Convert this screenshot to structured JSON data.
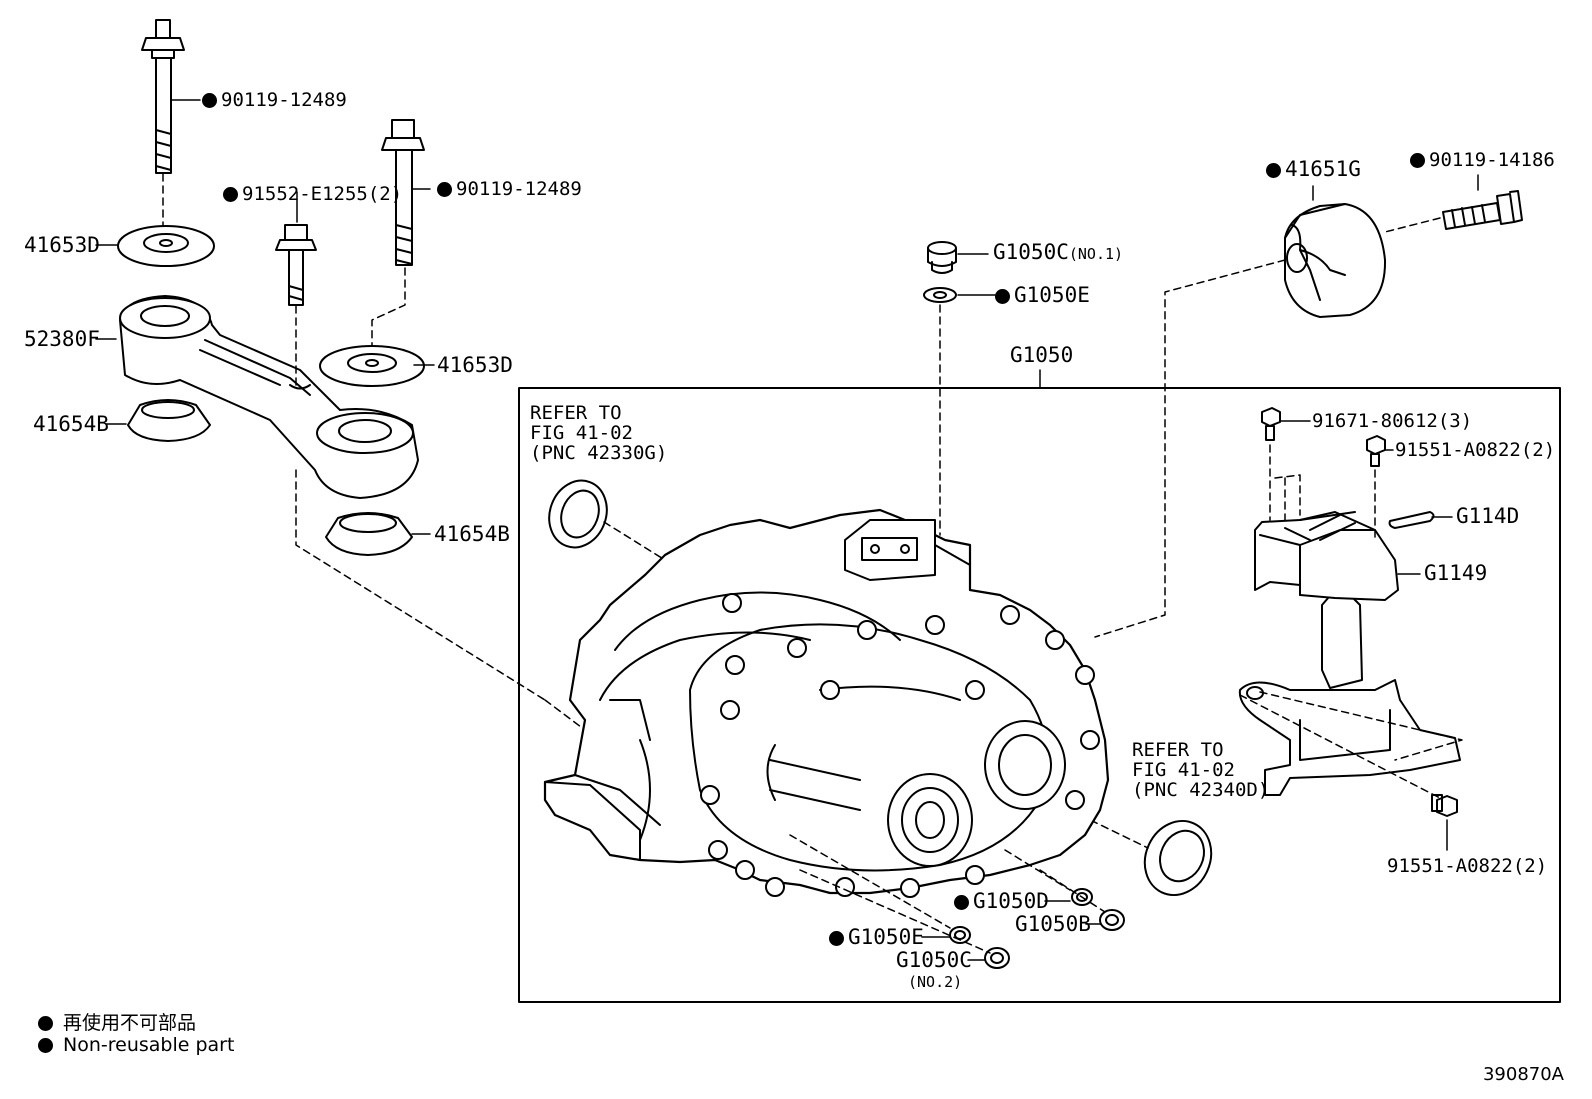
{
  "callouts": {
    "b1": "90119-12489",
    "b2": "91552-E1255(2)",
    "b3": "90119-12489",
    "d1": "41653D",
    "d2": "41653D",
    "f1": "52380F",
    "k1": "41654B",
    "k2": "41654B",
    "g1": "41651G",
    "b4": "90119-14186",
    "c1": "G1050C",
    "c1n": "(NO.1)",
    "e1": "G1050E",
    "main": "G1050",
    "r1": [
      "REFER TO",
      "FIG 41-02",
      "(PNC 42330G)"
    ],
    "r2": [
      "REFER TO",
      "FIG 41-02",
      "(PNC 42340D)"
    ],
    "s1": "91671-80612(3)",
    "s2": "91551-A0822(2)",
    "s3": "91551-A0822(2)",
    "h1": "G114D",
    "h2": "G1149",
    "d3": "G1050D",
    "b5": "G1050B",
    "e2": "G1050E",
    "c2": "G1050C",
    "c2n": "(NO.2)"
  },
  "legend": {
    "line1": "再使用不可部品",
    "line2": "Non-reusable part"
  },
  "figure_code": "390870A",
  "non_reusable_marker": "filled-circle-icon"
}
